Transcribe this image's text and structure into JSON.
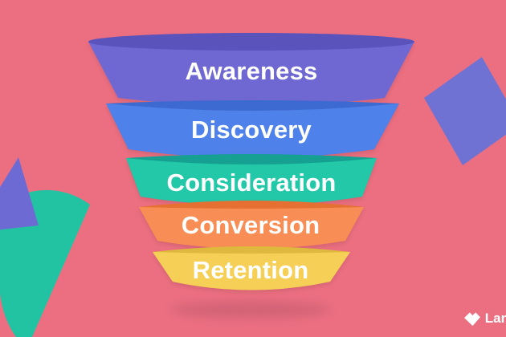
{
  "background_color": "#ec6f81",
  "funnel": {
    "text_color": "#ffffff",
    "stages": [
      {
        "label": "Awareness",
        "body_color": "#6f68d2",
        "top_color": "#5a52bb"
      },
      {
        "label": "Discovery",
        "body_color": "#4f81ea",
        "top_color": "#3d6bd0"
      },
      {
        "label": "Consideration",
        "body_color": "#20c8a8",
        "top_color": "#12a091"
      },
      {
        "label": "Conversion",
        "body_color": "#f88e55",
        "top_color": "#e56f33"
      },
      {
        "label": "Retention",
        "body_color": "#f5cf57",
        "top_color": "#dfb93c"
      }
    ],
    "shadow_color": "#c05a6e"
  },
  "decorations": {
    "triangle_color": "#6d6bd3",
    "wedge_color": "#22c3a3",
    "square_color": "#6f72d2"
  },
  "watermark": {
    "brand_text": "Lan",
    "color": "#ffffff"
  }
}
